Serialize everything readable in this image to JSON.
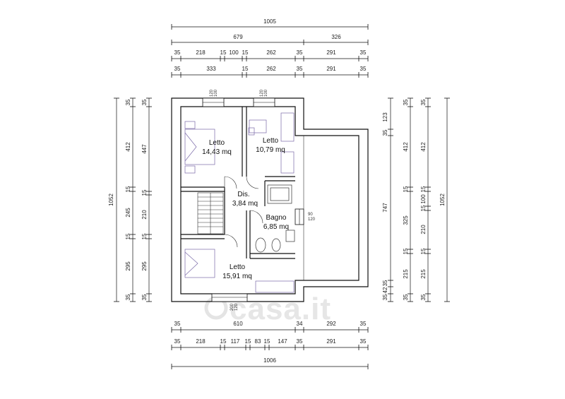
{
  "rooms": [
    {
      "name": "Letto",
      "area": "14,43 mq"
    },
    {
      "name": "Letto",
      "area": "10,79 mq"
    },
    {
      "name": "Dis.",
      "area": "3,84 mq"
    },
    {
      "name": "Bagno",
      "area": "6,85 mq"
    },
    {
      "name": "Letto",
      "area": "15,91 mq"
    }
  ],
  "windows": {
    "w1": [
      "120",
      "100"
    ],
    "w2": [
      "120",
      "100"
    ],
    "w3": [
      "90",
      "120"
    ],
    "w4": [
      "200",
      "120"
    ]
  },
  "top_dims": {
    "total": "1005",
    "row2": [
      "679",
      "326"
    ],
    "row3": [
      "35",
      "218",
      "15",
      "100",
      "15",
      "262",
      "35",
      "291",
      "35"
    ],
    "row4": [
      "35",
      "333",
      "15",
      "262",
      "35",
      "291",
      "35"
    ]
  },
  "bottom_dims": {
    "row1": [
      "35",
      "610",
      "34",
      "292",
      "35"
    ],
    "row2": [
      "35",
      "218",
      "15",
      "117",
      "15",
      "83",
      "15",
      "147",
      "35",
      "291",
      "35"
    ],
    "total": "1006"
  },
  "left_dims": {
    "total": "1052",
    "col1": [
      "35",
      "412",
      "15",
      "245",
      "15",
      "295",
      "35"
    ],
    "col2": [
      "35",
      "447",
      "15",
      "210",
      "15",
      "295",
      "35"
    ]
  },
  "right_dims": {
    "col_a": [
      "123",
      "35",
      "747",
      "35",
      "42",
      "35"
    ],
    "col_b": [
      "35",
      "412",
      "15",
      "325",
      "15",
      "215",
      "35"
    ],
    "col_c": [
      "35",
      "412",
      "15",
      "100",
      "15",
      "210",
      "15",
      "215",
      "35"
    ],
    "total": "1052"
  },
  "watermark": "casa.it"
}
